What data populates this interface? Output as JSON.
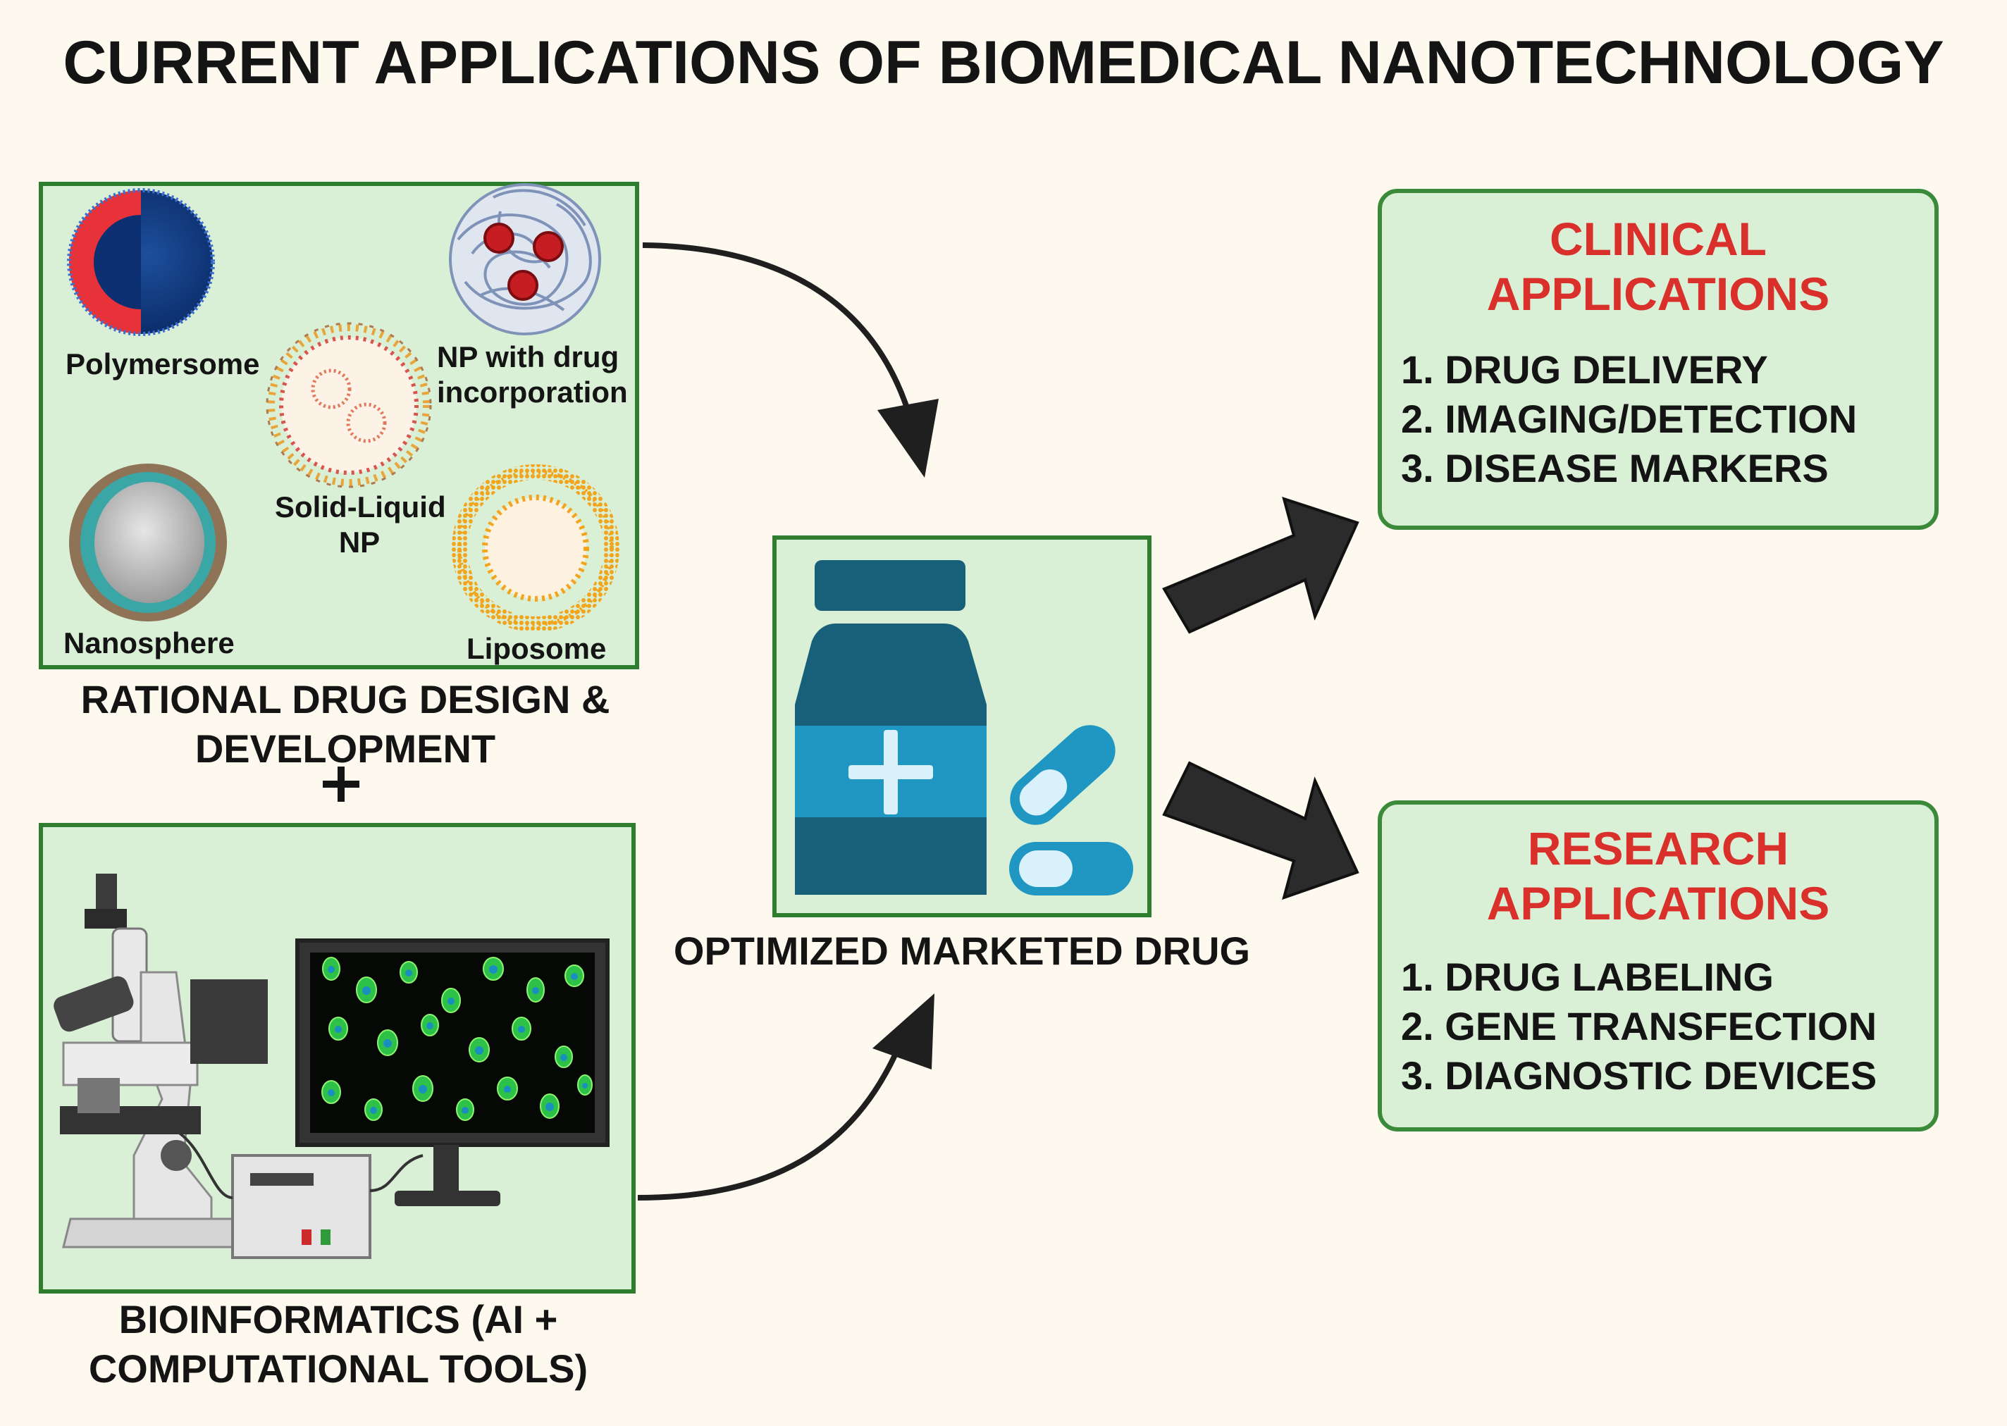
{
  "title": "CURRENT APPLICATIONS OF BIOMEDICAL NANOTECHNOLOGY",
  "nanoparticles": {
    "polymersome": "Polymersome",
    "np_drug_line1": "NP with drug",
    "np_drug_line2": "incorporation",
    "solid_liquid_line1": "Solid-Liquid",
    "solid_liquid_line2": "NP",
    "nanosphere": "Nanosphere",
    "liposome": "Liposome"
  },
  "design_caption": {
    "line1": "RATIONAL DRUG DESIGN &",
    "line2": "DEVELOPMENT"
  },
  "plus_sign": "+",
  "bio_caption": {
    "line1": "BIOINFORMATICS (AI +",
    "line2": "COMPUTATIONAL TOOLS)"
  },
  "drug_caption": "OPTIMIZED MARKETED DRUG",
  "clinical": {
    "title_line1": "CLINICAL",
    "title_line2": "APPLICATIONS",
    "items": [
      "1. DRUG DELIVERY",
      "2. IMAGING/DETECTION",
      "3. DISEASE MARKERS"
    ]
  },
  "research": {
    "title_line1": "RESEARCH",
    "title_line2": "APPLICATIONS",
    "items": [
      "1. DRUG LABELING",
      "2. GENE TRANSFECTION",
      "3. DIAGNOSTIC DEVICES"
    ]
  },
  "colors": {
    "background": "#fdf9ee",
    "panel_fill": "#d9f0d6",
    "panel_border": "#2f7d2f",
    "heading_red": "#d9302b",
    "arrow": "#262626",
    "bottle": "#18607a",
    "bottle_label": "#1f97c2"
  },
  "icons": [
    "polymersome-icon",
    "np-drug-icon",
    "solid-liquid-np-icon",
    "nanosphere-icon",
    "liposome-icon",
    "microscope-icon",
    "monitor-icon",
    "medicine-bottle-icon",
    "capsule-icon"
  ]
}
